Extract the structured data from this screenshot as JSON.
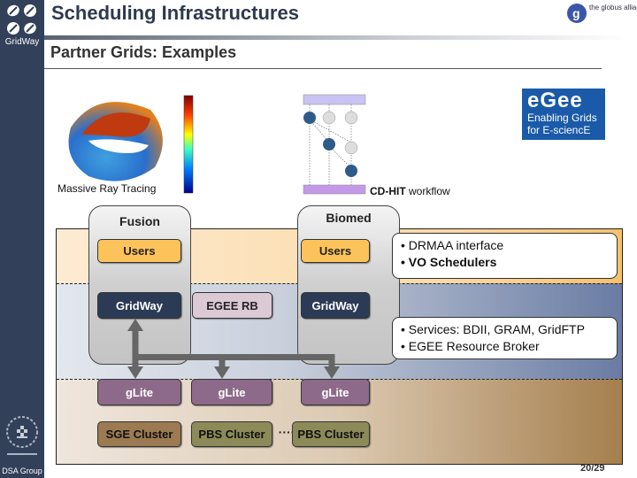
{
  "slide": {
    "title": "Scheduling Infrastructures",
    "subtitle": "Partner Grids: Examples",
    "page_number": "20/29"
  },
  "sidebar": {
    "logo_text": "GridWay",
    "footer_text": "DSA Group"
  },
  "logos": {
    "globus": "the globus alliance",
    "egee": {
      "main": "eGee",
      "line1": "Enabling Grids",
      "line2": "for E-sciencE"
    }
  },
  "images": {
    "ray_tracing_caption": "Massive Ray Tracing",
    "workflow_caption_bold": "CD-HIT",
    "workflow_caption_rest": " workflow"
  },
  "diagram": {
    "vos": [
      {
        "label": "Fusion"
      },
      {
        "label": "Biomed"
      }
    ],
    "users": [
      "Users",
      "Users"
    ],
    "schedulers": [
      "GridWay",
      "EGEE RB",
      "GridWay"
    ],
    "middleware": [
      "gLite",
      "gLite",
      "gLite"
    ],
    "clusters": [
      "SGE Cluster",
      "PBS Cluster",
      "PBS Cluster"
    ],
    "cluster_separator": "····",
    "info_top": [
      "• DRMAA interface",
      "• VO Schedulers"
    ],
    "info_middle": [
      "• Services: BDII, GRAM, GridFTP",
      "• EGEE Resource Broker"
    ]
  },
  "colors": {
    "sidebar": "#324059",
    "users": "#fbc35a",
    "gridway": "#2c3b55",
    "glite": "#8e6a8a"
  }
}
